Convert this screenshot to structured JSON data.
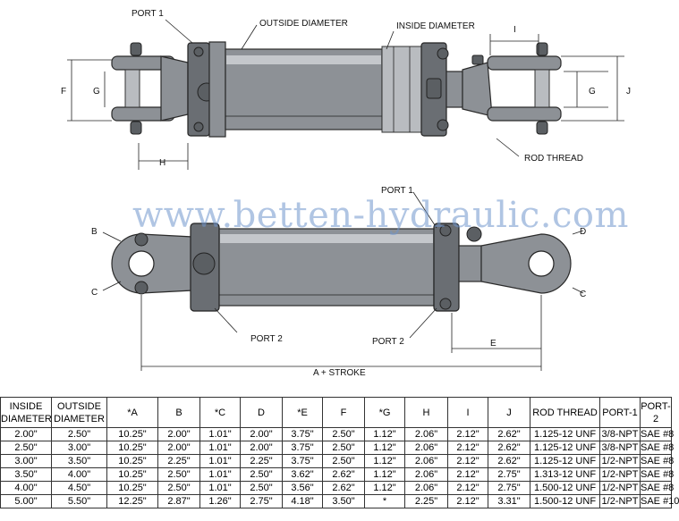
{
  "labels": {
    "port1_top": "PORT 1",
    "outside_diameter": "OUTSIDE DIAMETER",
    "inside_diameter": "INSIDE DIAMETER",
    "rod_thread": "ROD THREAD",
    "port1_bottom": "PORT 1",
    "port2_left": "PORT 2",
    "port2_right": "PORT 2",
    "stroke": "A + STROKE",
    "F_left": "F",
    "G_left": "G",
    "H": "H",
    "I": "I",
    "G_right": "G",
    "J": "J",
    "B": "B",
    "C_left": "C",
    "D": "D",
    "C_right": "C",
    "E": "E"
  },
  "watermark": "www.betten-hydraulic.com",
  "table": {
    "headers": [
      "INSIDE DIAMETER",
      "OUTSIDE DIAMETER",
      "*A",
      "B",
      "*C",
      "D",
      "*E",
      "F",
      "*G",
      "H",
      "I",
      "J",
      "ROD THREAD",
      "PORT-1",
      "PORT-2"
    ],
    "rows": [
      [
        "2.00\"",
        "2.50\"",
        "10.25\"",
        "2.00\"",
        "1.01\"",
        "2.00\"",
        "3.75\"",
        "2.50\"",
        "1.12\"",
        "2.06\"",
        "2.12\"",
        "2.62\"",
        "1.125-12 UNF",
        "3/8-NPT",
        "SAE #8"
      ],
      [
        "2.50\"",
        "3.00\"",
        "10.25\"",
        "2.00\"",
        "1.01\"",
        "2.00\"",
        "3.75\"",
        "2.50\"",
        "1.12\"",
        "2.06\"",
        "2.12\"",
        "2.62\"",
        "1.125-12 UNF",
        "3/8-NPT",
        "SAE #8"
      ],
      [
        "3.00\"",
        "3.50\"",
        "10.25\"",
        "2.25\"",
        "1.01\"",
        "2.25\"",
        "3.75\"",
        "2.50\"",
        "1.12\"",
        "2.06\"",
        "2.12\"",
        "2.62\"",
        "1.125-12 UNF",
        "1/2-NPT",
        "SAE #8"
      ],
      [
        "3.50\"",
        "4.00\"",
        "10.25\"",
        "2.50\"",
        "1.01\"",
        "2.50\"",
        "3.62\"",
        "2.62\"",
        "1.12\"",
        "2.06\"",
        "2.12\"",
        "2.75\"",
        "1.313-12 UNF",
        "1/2-NPT",
        "SAE #8"
      ],
      [
        "4.00\"",
        "4.50\"",
        "10.25\"",
        "2.50\"",
        "1.01\"",
        "2.50\"",
        "3.56\"",
        "2.62\"",
        "1.12\"",
        "2.06\"",
        "2.12\"",
        "2.75\"",
        "1.500-12 UNF",
        "1/2-NPT",
        "SAE #8"
      ],
      [
        "5.00\"",
        "5.50\"",
        "12.25\"",
        "2.87\"",
        "1.26\"",
        "2.75\"",
        "4.18\"",
        "3.50\"",
        "*",
        "2.25\"",
        "2.12\"",
        "3.31\"",
        "1.500-12 UNF",
        "1/2-NPT",
        "SAE #10"
      ]
    ]
  }
}
